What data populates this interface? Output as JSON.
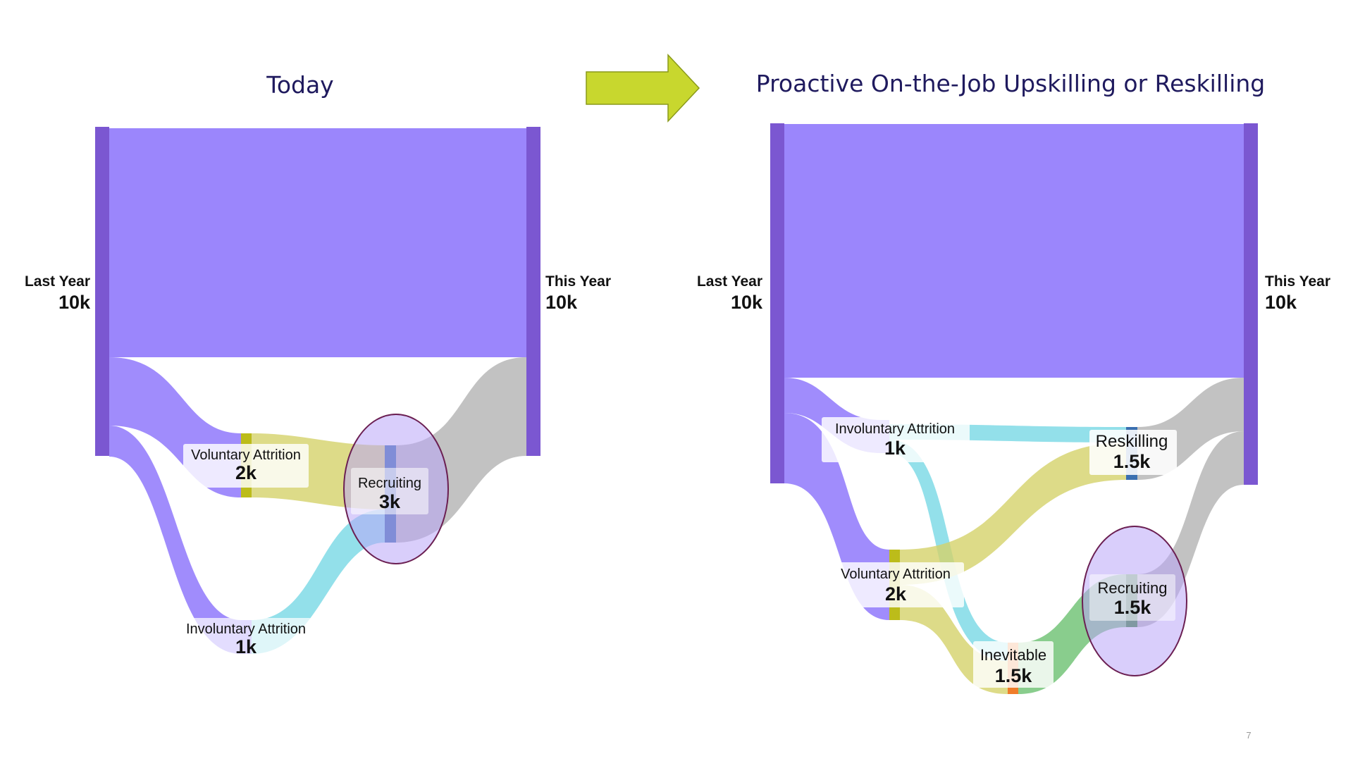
{
  "slide": {
    "page_number": "7",
    "arrow_color": "#c8d72e"
  },
  "colors": {
    "node": "#7b57d1",
    "retained": "#9b86fc",
    "attrition_flow": "#9b86fc",
    "voluntary": "#d4d26a",
    "involuntary": "#6fd6e3",
    "recruiting_out": "#a8a8a8",
    "inevitable": "#6cc070",
    "highlight_fill": "#b9a6f7",
    "highlight_stroke": "#6b1f52"
  },
  "today": {
    "title": "Today",
    "last_year": {
      "label": "Last Year",
      "value": "10k"
    },
    "this_year": {
      "label": "This Year",
      "value": "10k"
    },
    "voluntary": {
      "label": "Voluntary Attrition",
      "value": "2k"
    },
    "involuntary": {
      "label": "Involuntary Attrition",
      "value": "1k"
    },
    "recruiting": {
      "label": "Recruiting",
      "value": "3k"
    }
  },
  "future": {
    "title": "Proactive On-the-Job Upskilling or Reskilling",
    "last_year": {
      "label": "Last Year",
      "value": "10k"
    },
    "this_year": {
      "label": "This Year",
      "value": "10k"
    },
    "involuntary": {
      "label": "Involuntary Attrition",
      "value": "1k"
    },
    "voluntary": {
      "label": "Voluntary Attrition",
      "value": "2k"
    },
    "reskilling": {
      "label": "Reskilling",
      "value": "1.5k"
    },
    "inevitable": {
      "label": "Inevitable",
      "value": "1.5k"
    },
    "recruiting": {
      "label": "Recruiting",
      "value": "1.5k"
    }
  }
}
